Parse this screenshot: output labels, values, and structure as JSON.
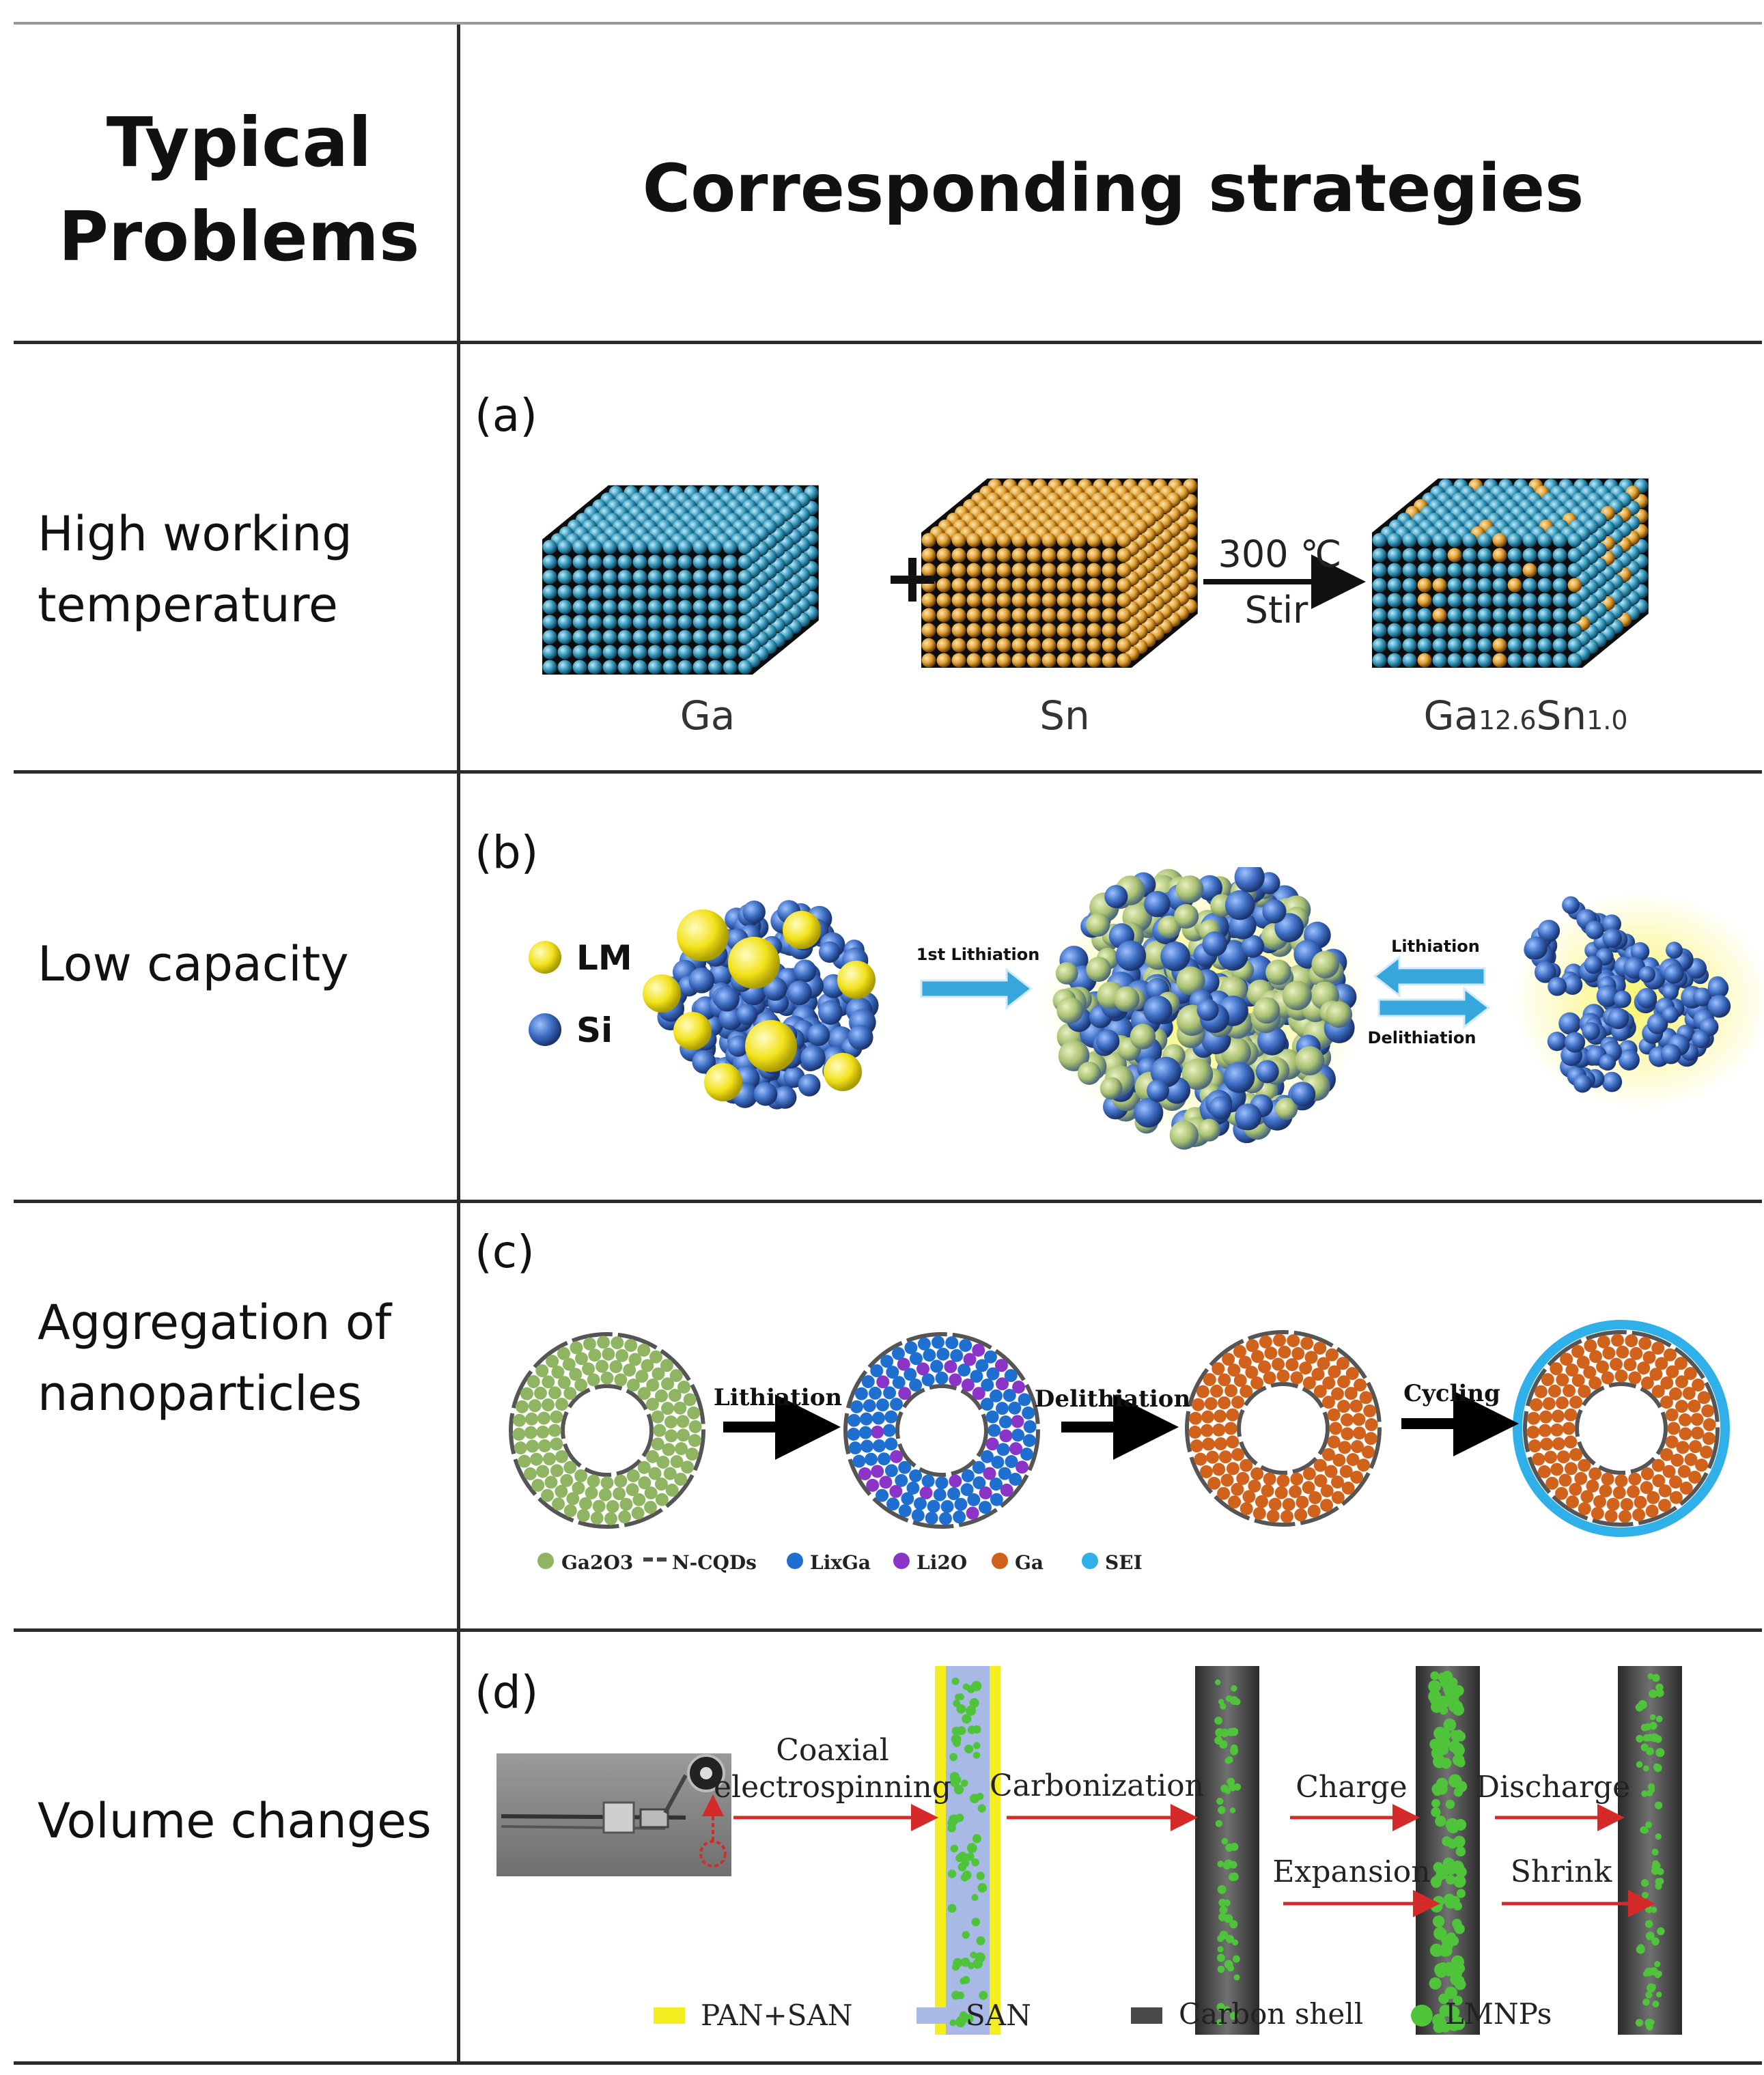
{
  "header": {
    "problems_line1": "Typical",
    "problems_line2": "Problems",
    "strategies": "Corresponding strategies"
  },
  "rows": [
    {
      "problem_line1": "High working",
      "problem_line2": "temperature",
      "panel_label": "(a)",
      "ga_label": "Ga",
      "sn_label": "Sn",
      "temp_label": "300 ℃",
      "stir_label": "Stir",
      "product_main": "Ga",
      "product_sub1": "12.6",
      "product_mid": "Sn",
      "product_sub2": "1.0"
    },
    {
      "problem_line1": "Low capacity",
      "panel_label": "(b)",
      "legend_lm": "LM",
      "legend_si": "Si",
      "first_lithiation": "1st Lithiation",
      "lithiation": "Lithiation",
      "delithiation": "Delithiation"
    },
    {
      "problem_line1": "Aggregation of",
      "problem_line2": "nanoparticles",
      "panel_label": "(c)",
      "step1": "Lithiation",
      "step2": "Delithiation",
      "step3": "Cycling",
      "legend": [
        "Ga2O3",
        "N-CQDs",
        "LixGa",
        "Li2O",
        "Ga",
        "SEI"
      ]
    },
    {
      "problem_line1": "Volume changes",
      "panel_label": "(d)",
      "coaxial_line1": "Coaxial",
      "coaxial_line2": "electrospinning",
      "carbonization": "Carbonization",
      "charge": "Charge",
      "expansion": "Expansion",
      "discharge": "Discharge",
      "shrink": "Shrink",
      "legend": [
        "PAN+SAN",
        "SAN",
        "Carbon shell",
        "LMNPs"
      ]
    }
  ],
  "colors": {
    "ga_blue": "#3a9cc0",
    "sn_orange": "#e0a033",
    "lm_yellow": "#f2e21a",
    "si_blue": "#3f6fc4",
    "ga2o3_green": "#8fb563",
    "lixga_blue": "#1f6fd0",
    "li2o_purple": "#8a34c8",
    "ga_orange": "#d1621c",
    "sei_cyan": "#2fb0e8",
    "arrow_blue": "#37a6dd",
    "arrow_red": "#d42a2a",
    "pan_yellow": "#f4ee20",
    "san_blue": "#a9b9e6",
    "carbon_gray": "#4a4a4a",
    "lmnp_green": "#4fc43a"
  }
}
